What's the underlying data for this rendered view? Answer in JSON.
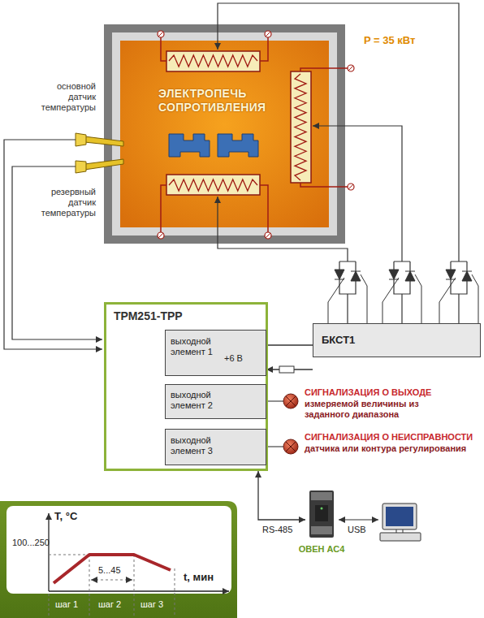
{
  "diagram": {
    "nodes": [
      {
        "text": [
          "ЭЛЕКТРОПЕЧЬ СОПРОТИВЛЕНИЯ"
        ]
      },
      {
        "text": [
          "ТРМ251-ТРР"
        ]
      },
      {
        "text": [
          "выходной элемент 1",
          "+6 В"
        ],
        "in": 1
      },
      {
        "text": [
          "выходной элемент 2"
        ],
        "in": 1
      },
      {
        "text": [
          "выходной элемент 3"
        ],
        "in": 1
      },
      {
        "text": [
          "БКСТ1"
        ]
      },
      {
        "text": [
          "ОВЕН АС4"
        ]
      }
    ],
    "edges": [
      {
        "from": 2,
        "to": 5,
        "arrow": "none"
      },
      {
        "from": 5,
        "to": 2,
        "arrow": "to"
      },
      {
        "from": 1,
        "to": 6,
        "label": "RS-485",
        "arrow": "both"
      }
    ],
    "labels": [
      "основной датчик температуры",
      "резервный датчик температуры",
      "P = 35 кВт",
      "СИГНАЛИЗАЦИЯ О ВЫХОДЕ",
      "измеряемой величины из заданного диапазона",
      "СИГНАЛИЗАЦИЯ О НЕИСПРАВНОСТИ",
      "датчика или контура регулирования",
      "USB",
      "T, °C",
      "100...250",
      "t, мин",
      "5...45",
      "шаг 1",
      "шаг 2",
      "шаг 3"
    ]
  }
}
